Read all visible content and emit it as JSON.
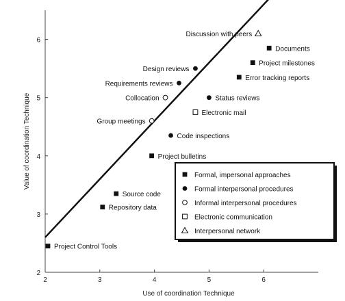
{
  "chart_data": {
    "type": "scatter",
    "title": "",
    "xlabel": "Use of coordination Technique",
    "ylabel": "Value of coordination Technique",
    "xlim": [
      2,
      7
    ],
    "ylim": [
      2,
      6.5
    ],
    "xticks": [
      2,
      3,
      4,
      5,
      6
    ],
    "yticks": [
      2,
      3,
      4,
      5,
      6
    ],
    "grid": false,
    "legend_position": "bottom-right",
    "trend_line": {
      "from": [
        2.0,
        2.6
      ],
      "to": [
        6.3,
        6.9
      ]
    },
    "categories": [
      {
        "key": "formal_impersonal",
        "marker": "filled-square",
        "label": "Formal, impersonal approaches"
      },
      {
        "key": "formal_interpersonal",
        "marker": "filled-circle",
        "label": "Formal interpersonal procedures"
      },
      {
        "key": "informal_interpersonal",
        "marker": "open-circle",
        "label": "Informal interpersonal procedures"
      },
      {
        "key": "electronic",
        "marker": "open-square",
        "label": "Electronic communication"
      },
      {
        "key": "network",
        "marker": "open-triangle",
        "label": "Interpersonal network"
      }
    ],
    "points": [
      {
        "label": "Discussion with peers",
        "x": 5.9,
        "y": 6.1,
        "category": "network",
        "label_side": "left"
      },
      {
        "label": "Documents",
        "x": 6.1,
        "y": 5.85,
        "category": "formal_impersonal",
        "label_side": "right"
      },
      {
        "label": "Project milestones",
        "x": 5.8,
        "y": 5.6,
        "category": "formal_impersonal",
        "label_side": "right"
      },
      {
        "label": "Error tracking reports",
        "x": 5.55,
        "y": 5.35,
        "category": "formal_impersonal",
        "label_side": "right"
      },
      {
        "label": "Design reviews",
        "x": 4.75,
        "y": 5.5,
        "category": "formal_interpersonal",
        "label_side": "left"
      },
      {
        "label": "Requirements reviews",
        "x": 4.45,
        "y": 5.25,
        "category": "formal_interpersonal",
        "label_side": "left"
      },
      {
        "label": "Status reviews",
        "x": 5.0,
        "y": 5.0,
        "category": "formal_interpersonal",
        "label_side": "right"
      },
      {
        "label": "Collocation",
        "x": 4.2,
        "y": 5.0,
        "category": "informal_interpersonal",
        "label_side": "left"
      },
      {
        "label": "Electronic mail",
        "x": 4.75,
        "y": 4.75,
        "category": "electronic",
        "label_side": "right"
      },
      {
        "label": "Group meetings",
        "x": 3.95,
        "y": 4.6,
        "category": "informal_interpersonal",
        "label_side": "left"
      },
      {
        "label": "Code inspections",
        "x": 4.3,
        "y": 4.35,
        "category": "formal_interpersonal",
        "label_side": "right"
      },
      {
        "label": "Project bulletins",
        "x": 3.95,
        "y": 4.0,
        "category": "formal_impersonal",
        "label_side": "right"
      },
      {
        "label": "Source code",
        "x": 3.3,
        "y": 3.35,
        "category": "formal_impersonal",
        "label_side": "right"
      },
      {
        "label": "Repository data",
        "x": 3.05,
        "y": 3.12,
        "category": "formal_impersonal",
        "label_side": "right"
      },
      {
        "label": "Project Control Tools",
        "x": 2.05,
        "y": 2.45,
        "category": "formal_impersonal",
        "label_side": "right"
      }
    ]
  }
}
